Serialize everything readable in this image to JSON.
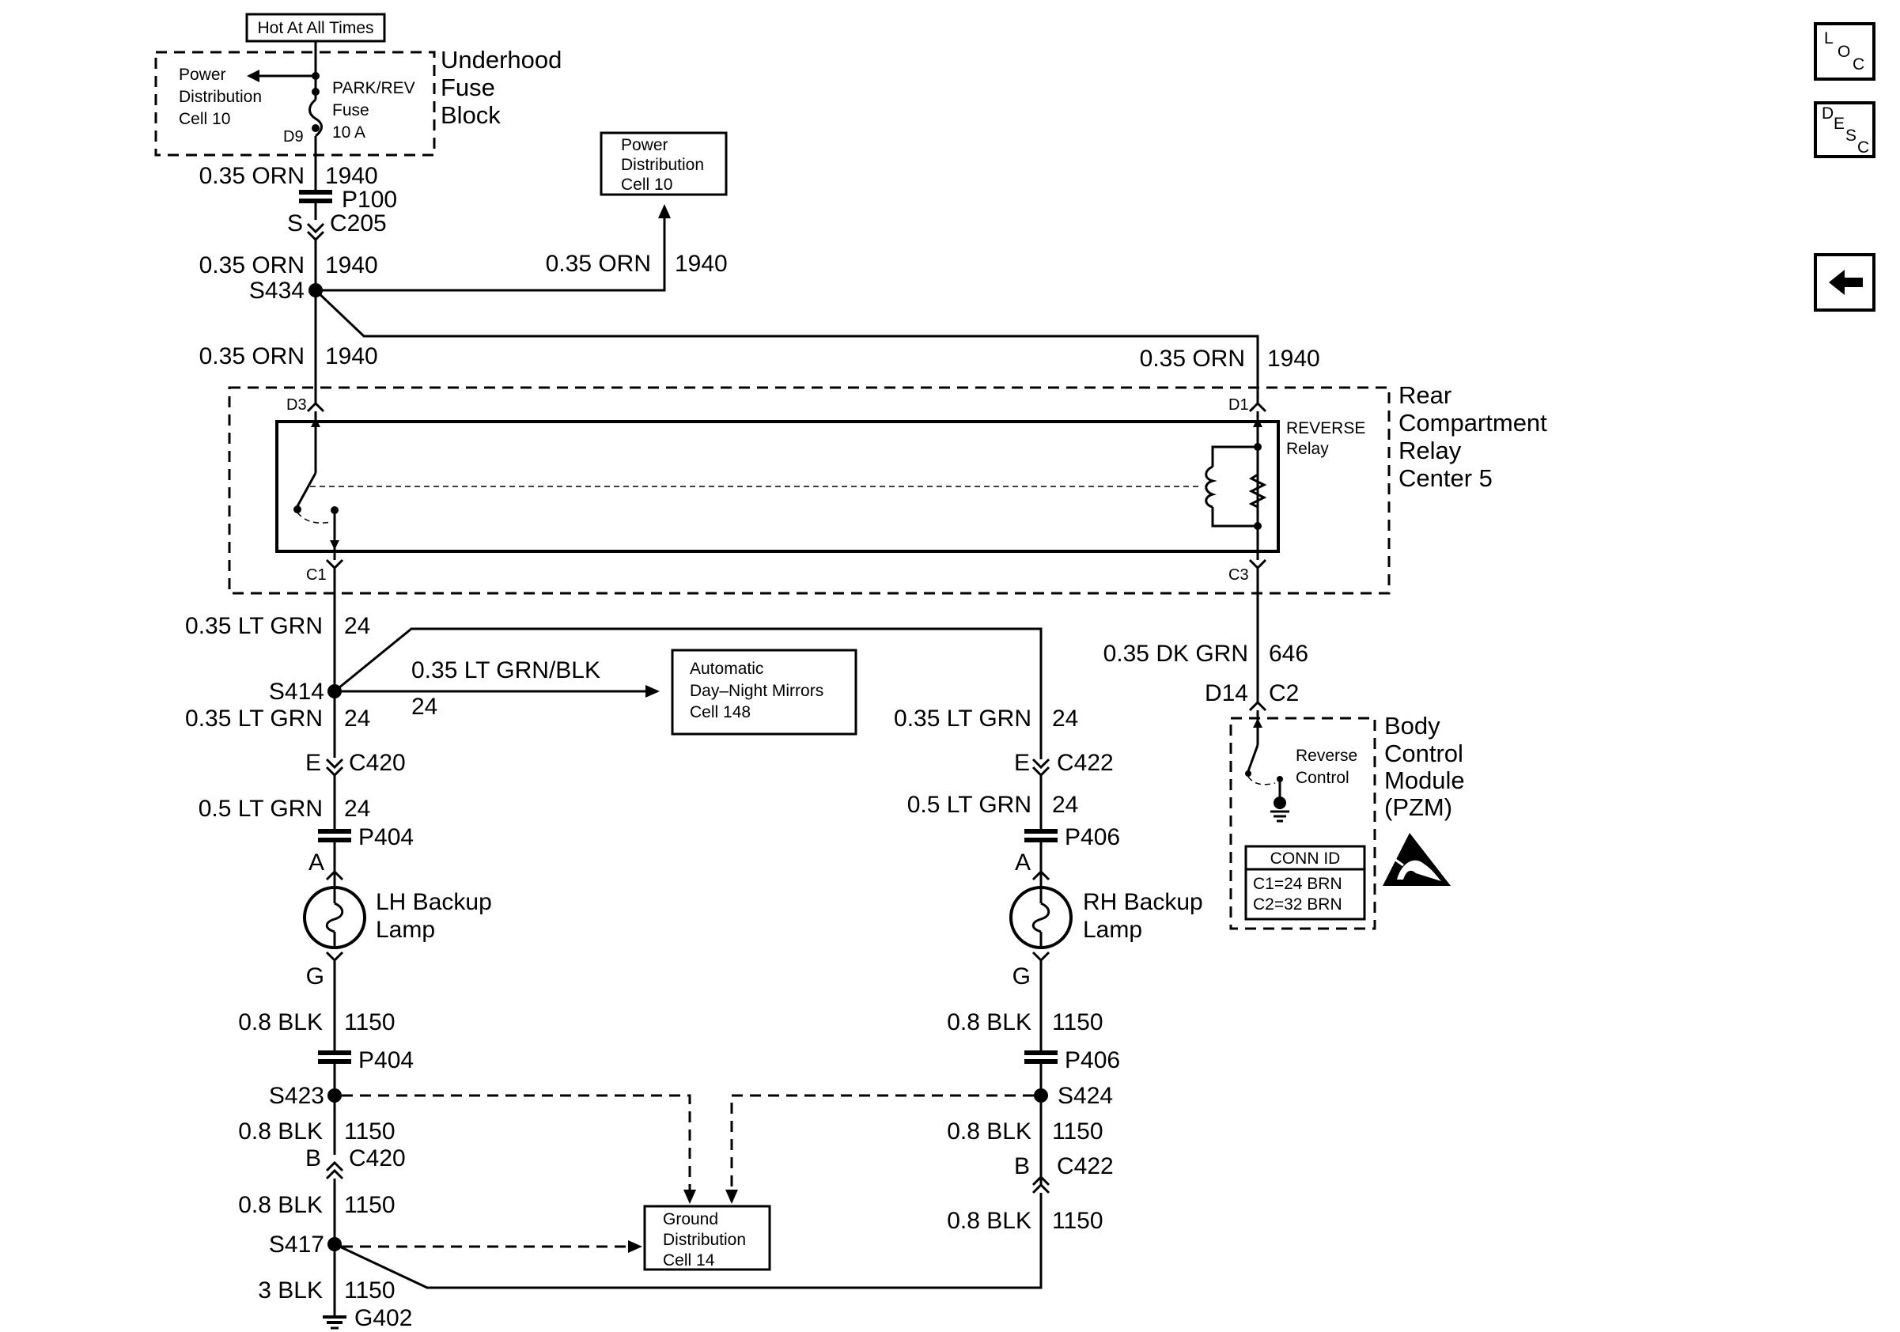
{
  "nav": {
    "loc_top": "L",
    "loc_mid": "O",
    "loc_bot": "C",
    "desc_top": "D",
    "desc_e": "E",
    "desc_s": "S",
    "desc_c": "C",
    "back_icon": "back-arrow-icon"
  },
  "fuse_block": {
    "hot_label": "Hot At All Times",
    "name_1": "Underhood",
    "name_2": "Fuse",
    "name_3": "Block",
    "pd_1": "Power",
    "pd_2": "Distribution",
    "pd_3": "Cell 10",
    "fuse_1": "PARK/REV",
    "fuse_2": "Fuse",
    "fuse_3": "10 A",
    "pin": "D9"
  },
  "wire_top": {
    "w1_size": "0.35 ORN",
    "w1_num": "1940",
    "conn_p": "P100",
    "conn_s": "S",
    "conn_c": "C205",
    "w2_size": "0.35 ORN",
    "w2_num": "1940",
    "splice": "S434",
    "w3_size": "0.35 ORN",
    "w3_num": "1940",
    "pd_wire_size": "0.35 ORN",
    "pd_wire_num": "1940",
    "right_size": "0.35 ORN",
    "right_num": "1940"
  },
  "pd_box": {
    "l1": "Power",
    "l2": "Distribution",
    "l3": "Cell 10"
  },
  "relay_center": {
    "name_1": "Rear",
    "name_2": "Compartment",
    "name_3": "Relay",
    "name_4": "Center 5",
    "relay_1": "REVERSE",
    "relay_2": "Relay",
    "pin_d3": "D3",
    "pin_d1": "D1",
    "pin_c1": "C1",
    "pin_c3": "C3"
  },
  "left_branch": {
    "w1_size": "0.35 LT GRN",
    "w1_num": "24",
    "splice": "S414",
    "mir_size": "0.35 LT GRN/BLK",
    "mir_num": "24",
    "w2_size": "0.35 LT GRN",
    "w2_num": "24",
    "conn_e": "E",
    "conn_c": "C420",
    "w3_size": "0.5 LT GRN",
    "w3_num": "24",
    "conn_p": "P404",
    "pin_a": "A",
    "lamp_1": "LH Backup",
    "lamp_2": "Lamp",
    "pin_g": "G",
    "g_size": "0.8 BLK",
    "g_num": "1150",
    "conn_p2": "P404",
    "splice2": "S423",
    "g2_size": "0.8 BLK",
    "g2_num": "1150",
    "conn_b": "B",
    "conn_c2": "C420",
    "g3_size": "0.8 BLK",
    "g3_num": "1150",
    "splice3": "S417",
    "g4_size": "3 BLK",
    "g4_num": "1150",
    "ground": "G402"
  },
  "mirrors_box": {
    "l1": "Automatic",
    "l2": "Day–Night Mirrors",
    "l3": "Cell 148"
  },
  "right_branch": {
    "w1_size": "0.35 LT GRN",
    "w1_num": "24",
    "conn_e": "E",
    "conn_c": "C422",
    "w2_size": "0.5 LT GRN",
    "w2_num": "24",
    "conn_p": "P406",
    "pin_a": "A",
    "lamp_1": "RH Backup",
    "lamp_2": "Lamp",
    "pin_g": "G",
    "g_size": "0.8 BLK",
    "g_num": "1150",
    "conn_p2": "P406",
    "splice": "S424",
    "g2_size": "0.8 BLK",
    "g2_num": "1150",
    "conn_b": "B",
    "g3_size": "0.8 BLK",
    "g3_num": "1150"
  },
  "bcm": {
    "wire_size": "0.35 DK GRN",
    "wire_num": "646",
    "pin": "D14",
    "conn": "C2",
    "name_1": "Body",
    "name_2": "Control",
    "name_3": "Module",
    "name_4": "(PZM)",
    "rc_1": "Reverse",
    "rc_2": "Control",
    "conn_title": "CONN ID",
    "conn_c1": "C1=24 BRN",
    "conn_c2": "C2=32 BRN",
    "esd_icon": "esd-warning-icon"
  },
  "ground_box": {
    "l1": "Ground",
    "l2": "Distribution",
    "l3": "Cell 14"
  }
}
